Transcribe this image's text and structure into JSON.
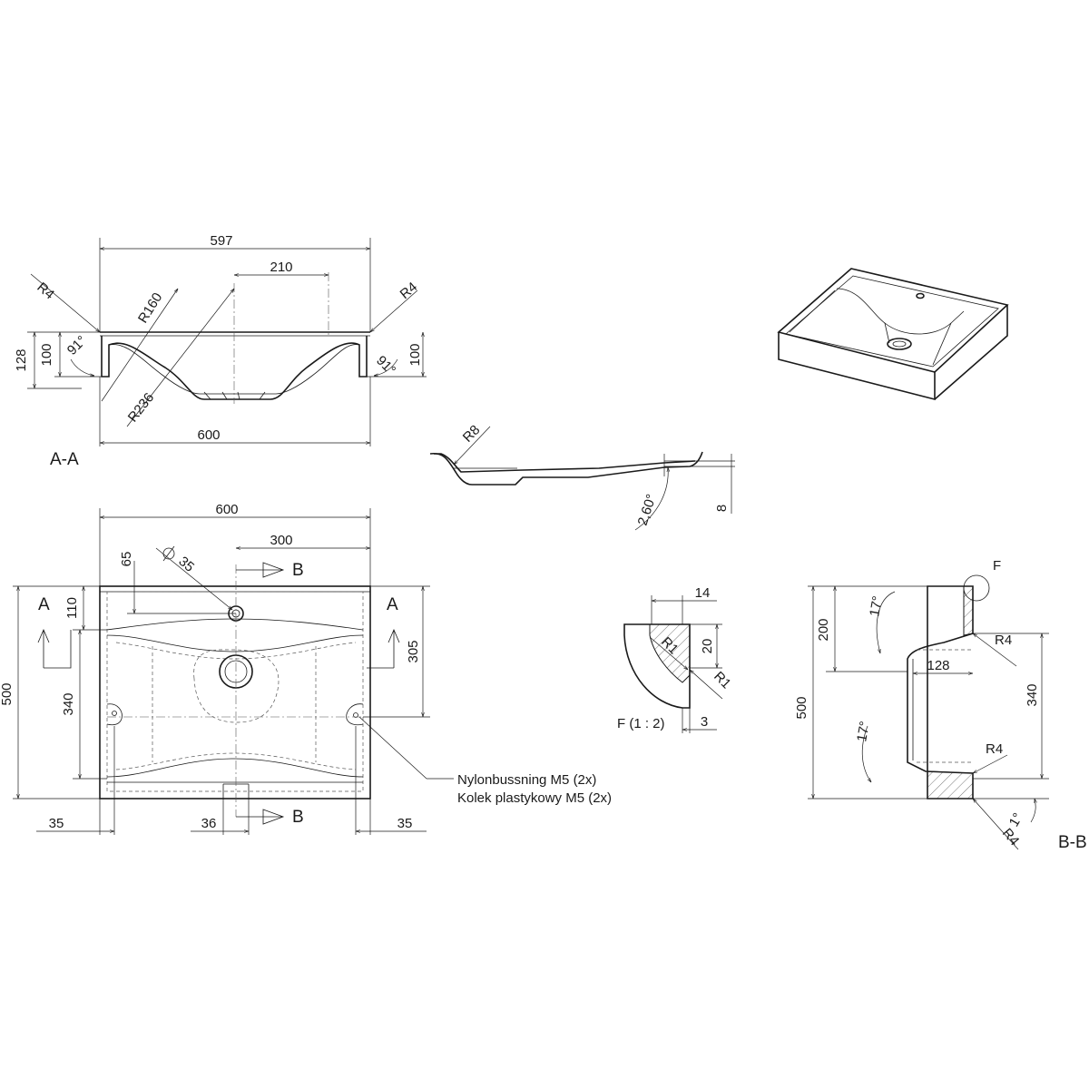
{
  "views": {
    "section_aa": {
      "label": "A-A",
      "dims": {
        "top_width": "597",
        "offset": "210",
        "r_left": "R4",
        "r_right": "R4",
        "r160": "R160",
        "r236": "R236",
        "h128": "128",
        "h100_left": "100",
        "h100_right": "100",
        "angle_left": "91°",
        "angle_right": "91°",
        "bottom_width": "600"
      }
    },
    "top_plan": {
      "dims": {
        "width": "600",
        "half": "300",
        "offset65": "65",
        "hole": "35",
        "d110": "110",
        "d500": "500",
        "d340": "340",
        "d305": "305",
        "d35_left": "35",
        "d36": "36",
        "d35_right": "35"
      },
      "section_marks": {
        "a_left": "A",
        "a_right": "A",
        "b_top": "B",
        "b_bottom": "B"
      },
      "note_line1": "Nylonbussning M5 (2x)",
      "note_line2": "Kolek plastykowy M5 (2x)"
    },
    "edge_profile": {
      "dims": {
        "r8": "R8",
        "slope": "2,60°",
        "h8": "8"
      }
    },
    "detail_f": {
      "label": "F (1 : 2)",
      "dims": {
        "d14": "14",
        "d20": "20",
        "r1a": "R1",
        "r1b": "R1",
        "d3": "3"
      }
    },
    "section_bb": {
      "label": "B-B",
      "detail_marker": "F",
      "dims": {
        "d200": "200",
        "d500": "500",
        "d128": "128",
        "d340": "340",
        "a17_top": "17°",
        "a17_bottom": "17°",
        "r4_top": "R4",
        "r4_mid": "R4",
        "r4_bottom": "R4",
        "a1": "1°"
      }
    }
  }
}
